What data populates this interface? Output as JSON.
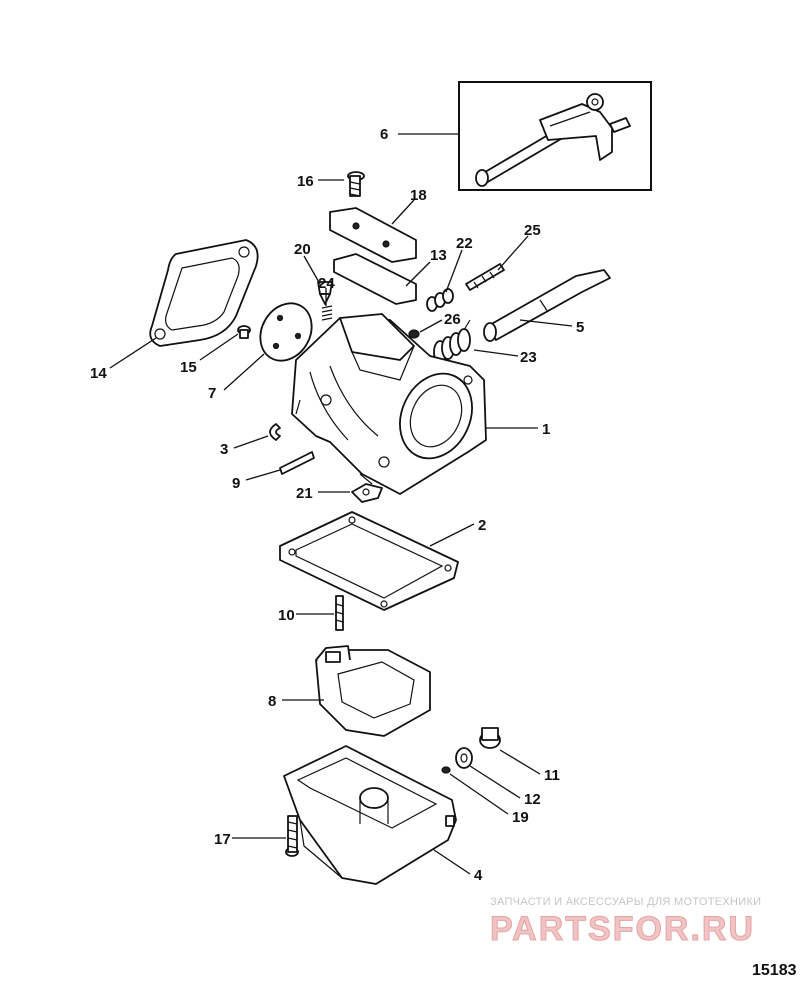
{
  "diagram": {
    "callouts": [
      {
        "id": "c1",
        "label": "1"
      },
      {
        "id": "c2",
        "label": "2"
      },
      {
        "id": "c3",
        "label": "3"
      },
      {
        "id": "c4",
        "label": "4"
      },
      {
        "id": "c5",
        "label": "5"
      },
      {
        "id": "c6",
        "label": "6"
      },
      {
        "id": "c7",
        "label": "7"
      },
      {
        "id": "c8",
        "label": "8"
      },
      {
        "id": "c9",
        "label": "9"
      },
      {
        "id": "c10",
        "label": "10"
      },
      {
        "id": "c11",
        "label": "11"
      },
      {
        "id": "c12",
        "label": "12"
      },
      {
        "id": "c13",
        "label": "13"
      },
      {
        "id": "c14",
        "label": "14"
      },
      {
        "id": "c15",
        "label": "15"
      },
      {
        "id": "c16",
        "label": "16"
      },
      {
        "id": "c17",
        "label": "17"
      },
      {
        "id": "c18",
        "label": "18"
      },
      {
        "id": "c19",
        "label": "19"
      },
      {
        "id": "c20",
        "label": "20"
      },
      {
        "id": "c21",
        "label": "21"
      },
      {
        "id": "c22",
        "label": "22"
      },
      {
        "id": "c23",
        "label": "23"
      },
      {
        "id": "c24",
        "label": "24"
      },
      {
        "id": "c25",
        "label": "25"
      },
      {
        "id": "c26",
        "label": "26"
      }
    ],
    "figure_number": "15183"
  },
  "watermark": {
    "tagline": "ЗАПЧАСТИ И АКСЕССУАРЫ ДЛЯ МОТОТЕХНИКИ",
    "logo_text": "PARTSFOR.RU"
  }
}
